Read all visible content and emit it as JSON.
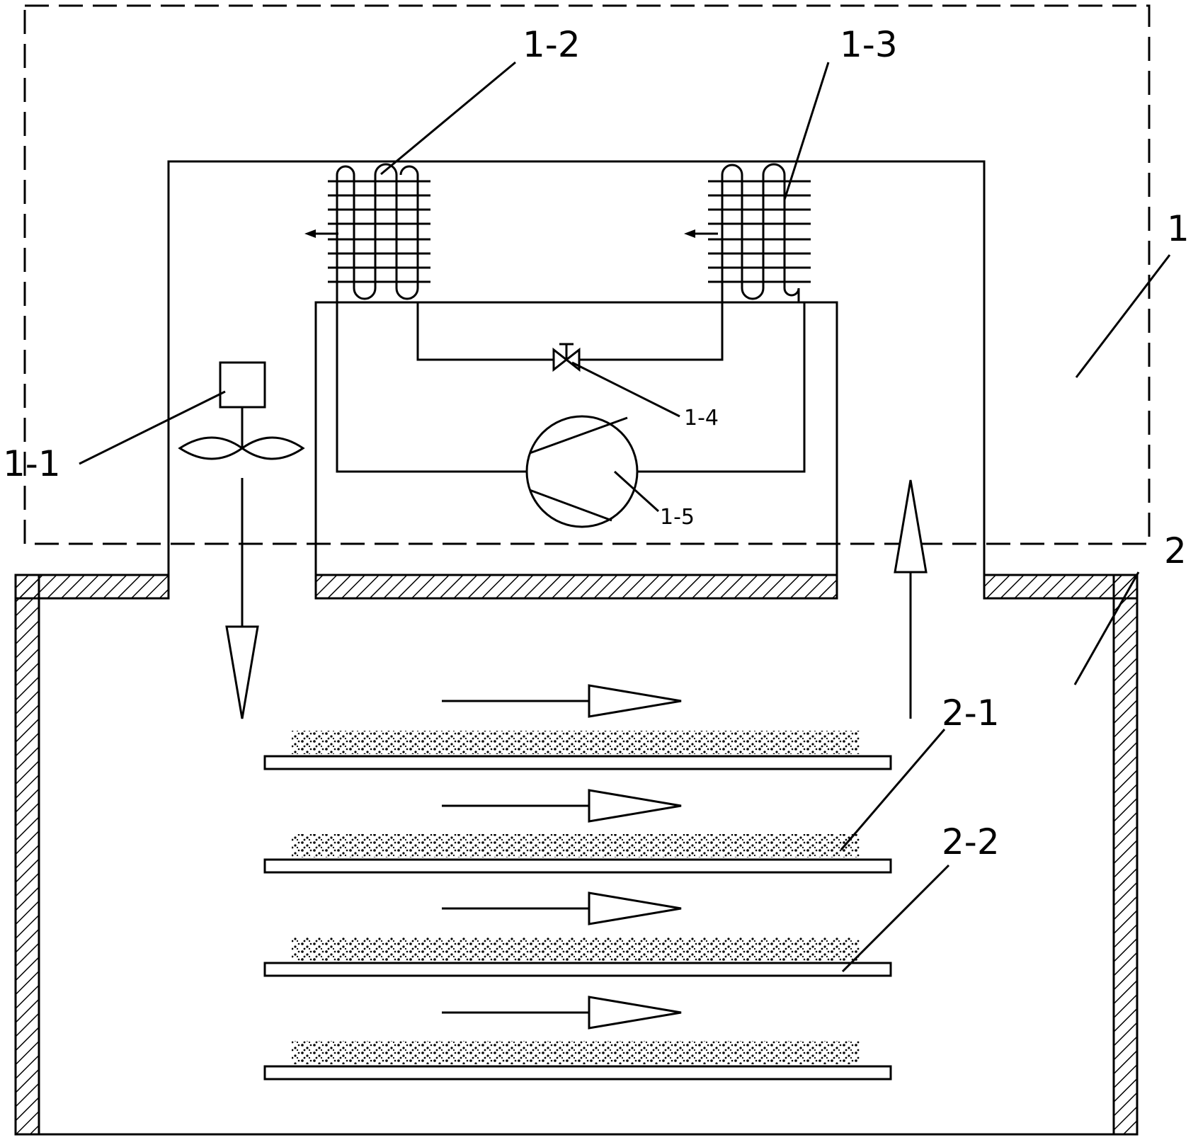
{
  "labels": {
    "unit": "1",
    "fan": "1-1",
    "coil_left": "1-2",
    "coil_right": "1-3",
    "valve": "1-4",
    "compressor": "1-5",
    "chamber": "2",
    "material": "2-1",
    "tray": "2-2"
  },
  "colors": {
    "line": "#000000",
    "background": "#ffffff"
  },
  "icons": {
    "fan": "fan-icon",
    "valve": "expansion-valve-icon",
    "compressor": "compressor-icon"
  },
  "trays": {
    "count": 4
  }
}
